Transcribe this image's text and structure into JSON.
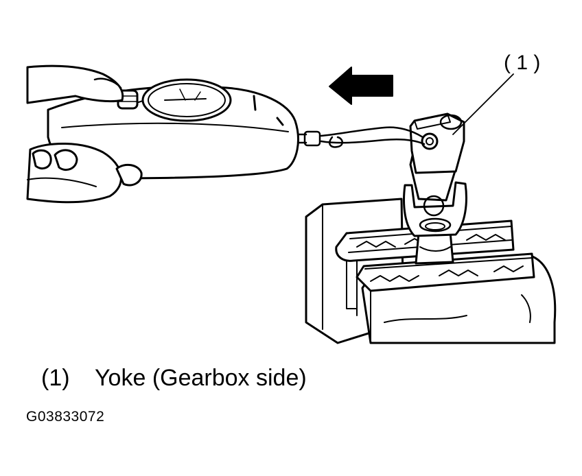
{
  "callout": {
    "number": "( 1 )"
  },
  "caption": {
    "number": "(1)",
    "text": "Yoke (Gearbox side)"
  },
  "figure_id": "G03833072"
}
